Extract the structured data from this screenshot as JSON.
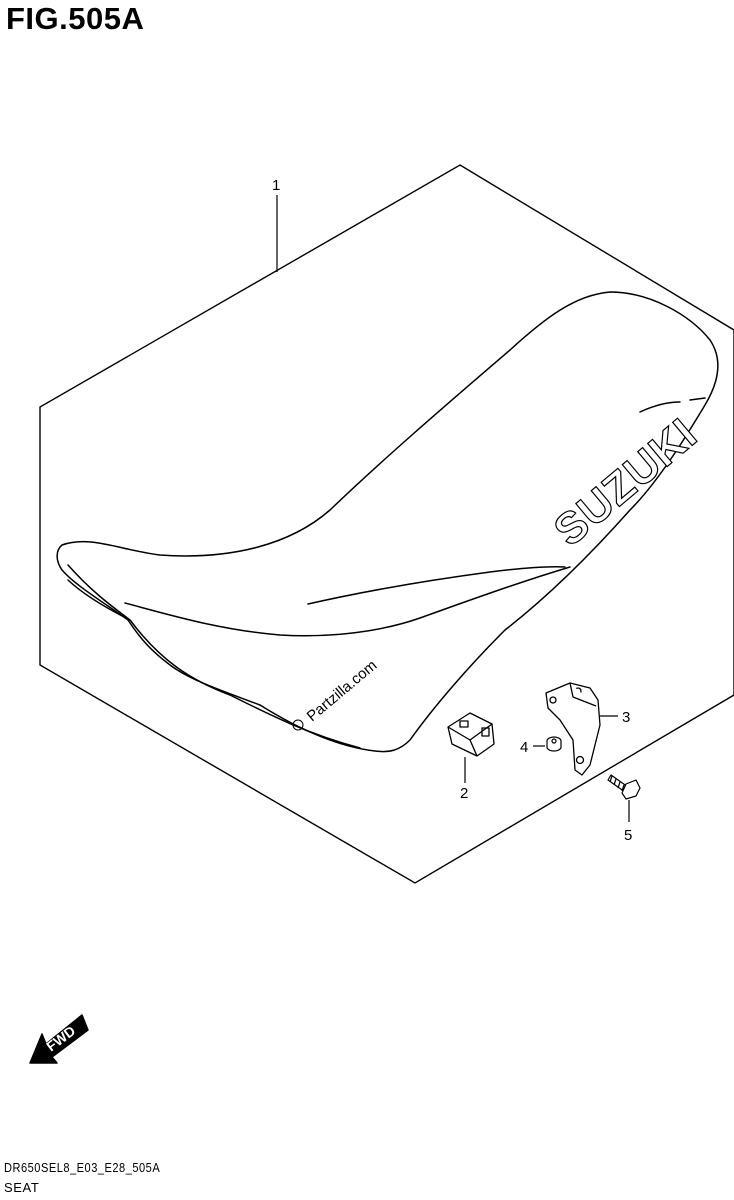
{
  "figure": {
    "title": "FIG.505A",
    "code": "DR650SEL8_E03_E28_505A",
    "name": "SEAT"
  },
  "seat": {
    "brand": "SUZUKI"
  },
  "watermark": "Partzilla.com",
  "fwd_label": "FWD",
  "parts": [
    {
      "number": "1"
    },
    {
      "number": "2"
    },
    {
      "number": "3"
    },
    {
      "number": "4"
    },
    {
      "number": "5"
    }
  ]
}
